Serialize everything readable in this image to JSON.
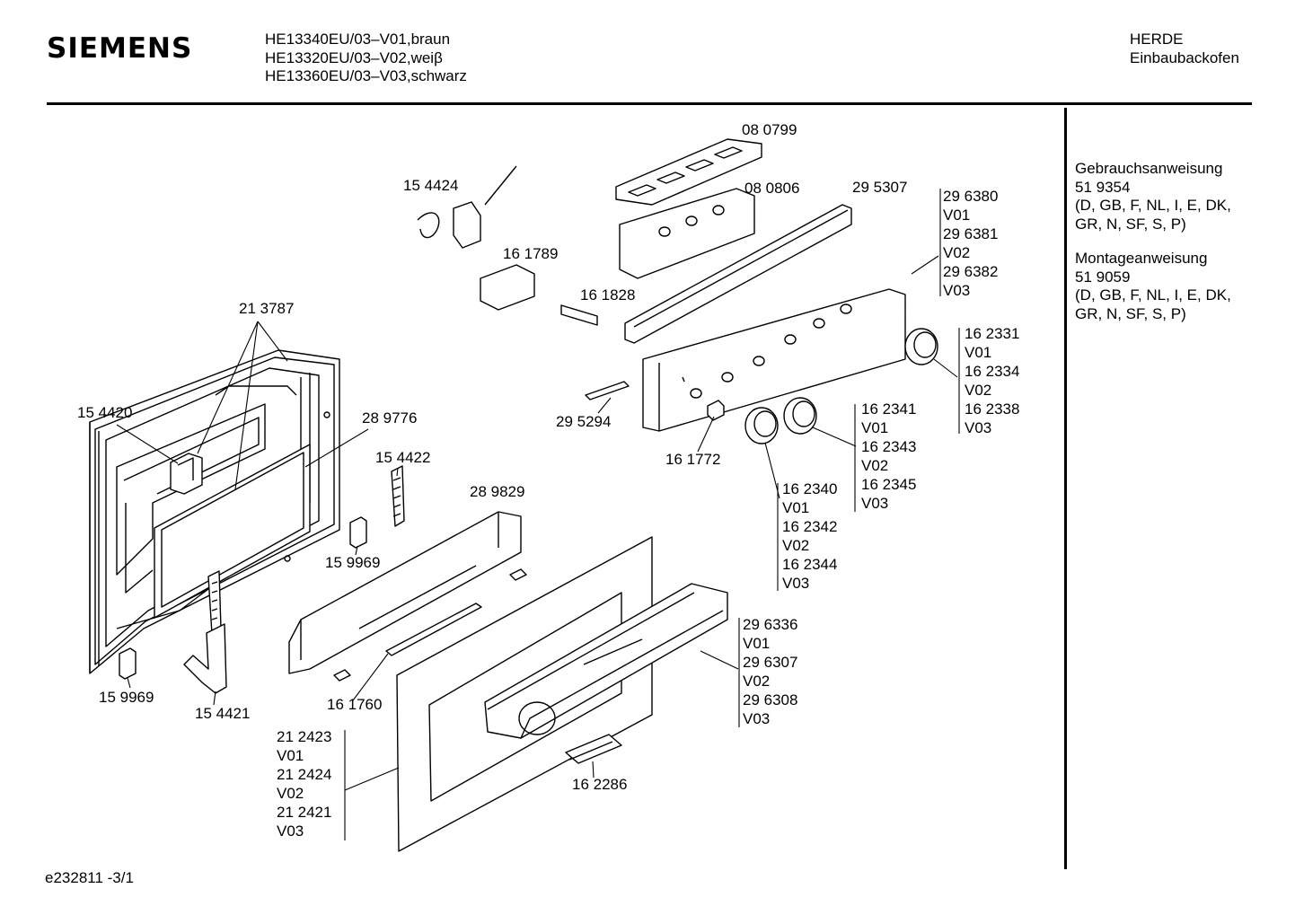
{
  "brand": "SIEMENS",
  "models": [
    "HE13340EU/03–V01,braun",
    "HE13320EU/03–V02,weiβ",
    "HE13360EU/03–V03,schwarz"
  ],
  "category": [
    "HERDE",
    "Einbaubackofen"
  ],
  "documents": [
    {
      "title": "Gebrauchsanweisung",
      "number": "51 9354",
      "langs1": "(D, GB, F, NL, I, E, DK,",
      "langs2": "GR, N, SF, S, P)"
    },
    {
      "title": "Montageanweisung",
      "number": "51 9059",
      "langs1": "(D, GB, F, NL, I, E, DK,",
      "langs2": "GR, N, SF, S, P)"
    }
  ],
  "footer": "e232811    -3/1",
  "parts": {
    "p080799": "08 0799",
    "p154424": "15 4424",
    "p080806": "08 0806",
    "p295307": "29 5307",
    "p161789": "16 1789",
    "p161828": "16 1828",
    "p213787": "21 3787",
    "p154420": "15 4420",
    "p289776": "28 9776",
    "p295294": "29 5294",
    "p161772": "16 1772",
    "p154422": "15 4422",
    "p289829": "28 9829",
    "p159969a": "15 9969",
    "p159969b": "15 9969",
    "p154421": "15 4421",
    "p161760": "16 1760",
    "p162286": "16 2286"
  },
  "variants": {
    "panel": [
      "29 6380",
      "V01",
      "29 6381",
      "V02",
      "29 6382",
      "V03"
    ],
    "knob_right": [
      "16 2331",
      "V01",
      "16 2334",
      "V02",
      "16 2338",
      "V03"
    ],
    "knob_mid": [
      "16 2341",
      "V01",
      "16 2343",
      "V02",
      "16 2345",
      "V03"
    ],
    "knob_left": [
      "16 2340",
      "V01",
      "16 2342",
      "V02",
      "16 2344",
      "V03"
    ],
    "handle": [
      "29 6336",
      "V01",
      "29 6307",
      "V02",
      "29 6308",
      "V03"
    ],
    "door": [
      "21 2423",
      "V01",
      "21 2424",
      "V02",
      "21 2421",
      "V03"
    ]
  }
}
